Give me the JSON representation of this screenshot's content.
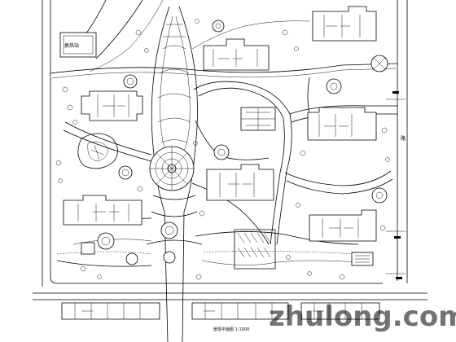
{
  "station_label": "换热站",
  "road_label": "路",
  "scale_caption": "景观平面图 1:1000",
  "watermark": {
    "text": "zhulong.com",
    "color": "#c8c8c8"
  },
  "colors": {
    "ink": "#000000",
    "paper": "#ffffff"
  }
}
